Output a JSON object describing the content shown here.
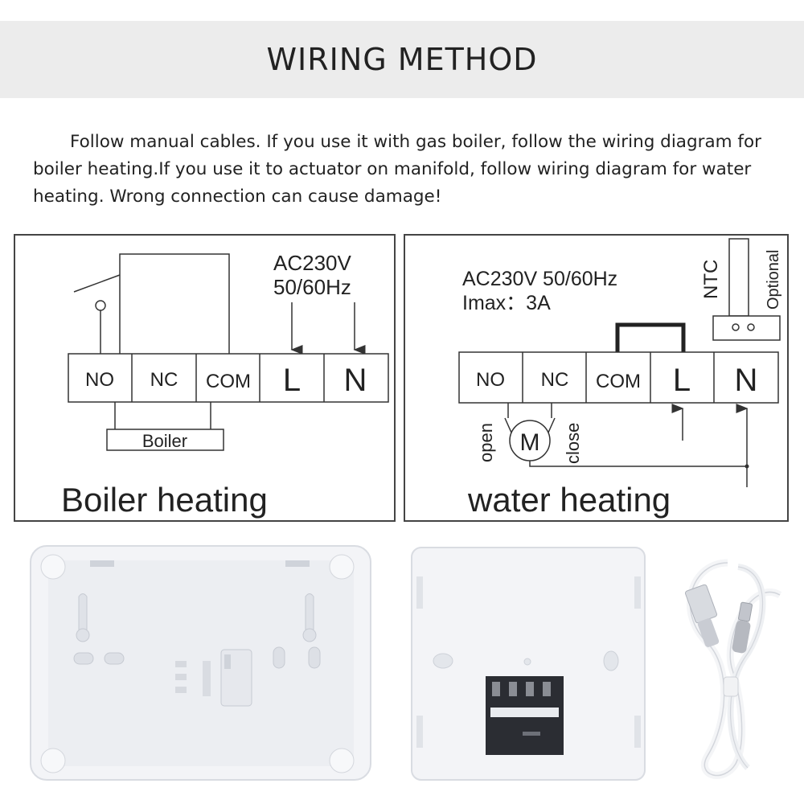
{
  "header": {
    "title": "WIRING METHOD"
  },
  "intro": {
    "text": "Follow manual cables. If you use it with gas boiler, follow the wiring diagram for boiler heating.If you use it to actuator on manifold, follow wiring diagram for water heating. Wrong connection can cause damage!"
  },
  "boiler_diagram": {
    "power_line1": "AC230V",
    "power_line2": "50/60Hz",
    "terminals": [
      "NO",
      "NC",
      "COM",
      "L",
      "N"
    ],
    "load_label": "Boiler",
    "caption": "Boiler heating"
  },
  "water_diagram": {
    "power_line1": "AC230V 50/60Hz",
    "power_line2": "Imax：3A",
    "terminals": [
      "NO",
      "NC",
      "COM",
      "L",
      "N"
    ],
    "sensor_label": "NTC",
    "optional_label": "Optional",
    "motor_label": "M",
    "open_label": "open",
    "close_label": "close",
    "caption": "water heating"
  },
  "products": {
    "back_plate": "thermostat back plate",
    "rear_unit": "thermostat rear housing",
    "cable": "usb cable"
  },
  "colors": {
    "header_band": "#ececec",
    "line": "#333333",
    "plate": "#f2f3f6"
  }
}
